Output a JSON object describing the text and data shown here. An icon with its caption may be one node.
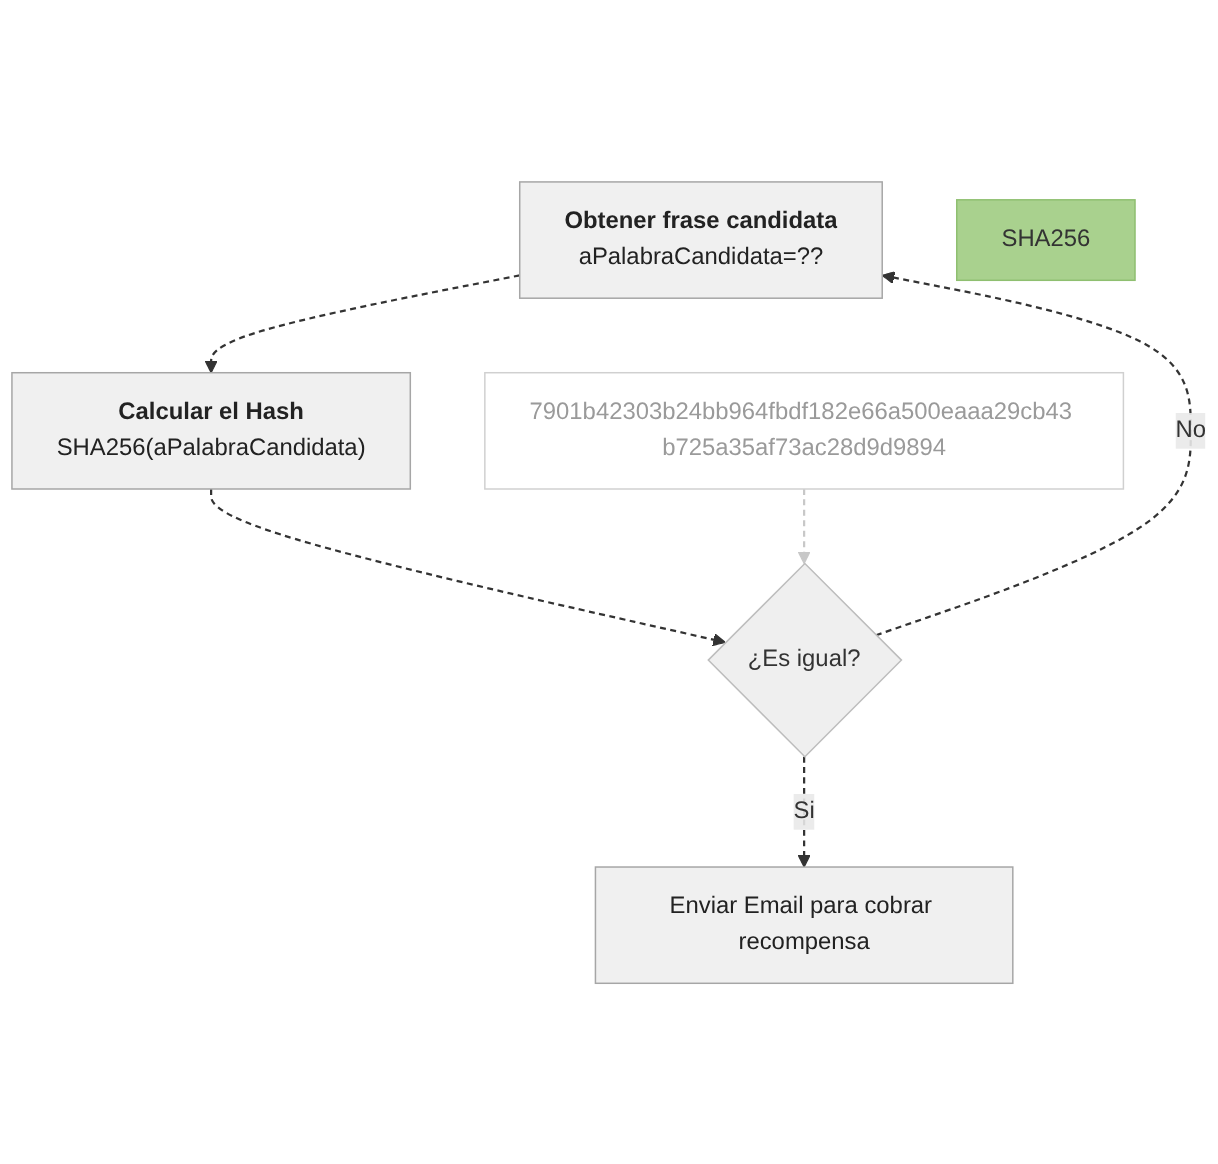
{
  "diagram": {
    "nodes": [
      {
        "text": [
          "Obtener frase candidata",
          "aPalabraCandidata=??"
        ]
      },
      {
        "text": [
          "Calcular  el Hash",
          "SHA256(aPalabraCandidata)"
        ]
      },
      {
        "text": [
          "¿Es igual?"
        ]
      },
      {
        "text": [
          "Enviar Email para cobrar recompensa"
        ]
      },
      {
        "text": [
          "7901b42303b24bb964fbdf182e66a500eaaa29cb43 b725a35af73ac28d9d9894"
        ]
      },
      {
        "text": [
          "SHA256"
        ]
      }
    ],
    "edges": [
      {
        "from": 0,
        "to": 1,
        "arrow": "to",
        "style": "dashed"
      },
      {
        "from": 1,
        "to": 2,
        "arrow": "to",
        "style": "dashed"
      },
      {
        "from": 2,
        "to": 0,
        "arrow": "to",
        "style": "dashed",
        "label": "No"
      },
      {
        "from": 2,
        "to": 3,
        "arrow": "to",
        "style": "dashed",
        "label": "Si"
      },
      {
        "from": 4,
        "to": 2,
        "arrow": "to",
        "style": "dashed",
        "color": "#c8c8c8"
      }
    ]
  }
}
